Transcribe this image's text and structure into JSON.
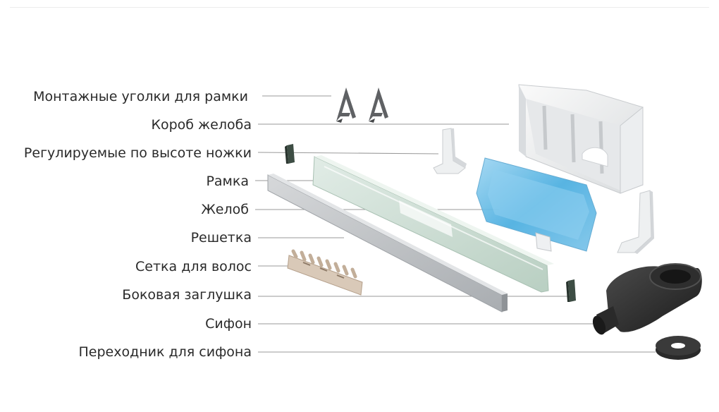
{
  "diagram": {
    "callouts": [
      {
        "id": "corners",
        "label": "Монтажные уголки для рамки"
      },
      {
        "id": "box",
        "label": "Короб желоба"
      },
      {
        "id": "legs",
        "label": "Регулируемые по высоте ножки"
      },
      {
        "id": "frame",
        "label": "Рамка"
      },
      {
        "id": "channel",
        "label": "Желоб"
      },
      {
        "id": "grate",
        "label": "Решетка"
      },
      {
        "id": "hair-mesh",
        "label": "Сетка для волос"
      },
      {
        "id": "end-cap",
        "label": "Боковая заглушка"
      },
      {
        "id": "siphon",
        "label": "Сифон"
      },
      {
        "id": "siphon-adapter",
        "label": "Переходник для сифона"
      }
    ]
  },
  "colors": {
    "label_text": "#2a2a2a",
    "leader_line": "#9a9a9a",
    "frame_green": "#cfe0d6",
    "channel_blue": "#63b9e6",
    "grate_silver": "#c4c6c8",
    "box_white": "#f2f3f4",
    "siphon_black": "#2b2b2b"
  }
}
